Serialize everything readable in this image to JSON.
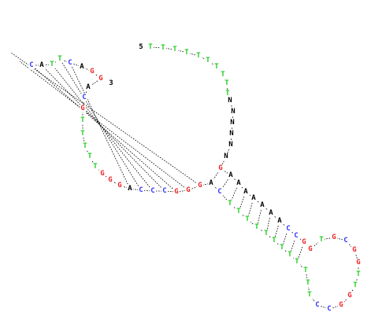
{
  "sequence": "TTTTTTTTTTNNNNNNGAAAAAAACCGGTGCGGTTGGCCTTTTTTTTTTTTCAGGGCCCAGGGTTTTTGCAGGACTTAC",
  "labels": {
    "five_prime": "5",
    "three_prime": "3"
  },
  "colors": {
    "A": "#000000",
    "T": "#22cc22",
    "C": "#3333ff",
    "G": "#ee2222",
    "N": "#000000"
  },
  "pairs": [
    [
      16,
      52
    ],
    [
      17,
      51
    ],
    [
      18,
      50
    ],
    [
      19,
      49
    ],
    [
      20,
      48
    ],
    [
      21,
      47
    ],
    [
      22,
      46
    ],
    [
      23,
      45
    ],
    [
      24,
      44
    ],
    [
      25,
      43
    ],
    [
      26,
      42
    ],
    [
      53,
      80
    ],
    [
      54,
      79
    ],
    [
      55,
      78
    ],
    [
      56,
      77
    ],
    [
      57,
      76
    ],
    [
      58,
      75
    ],
    [
      59,
      74
    ]
  ]
}
